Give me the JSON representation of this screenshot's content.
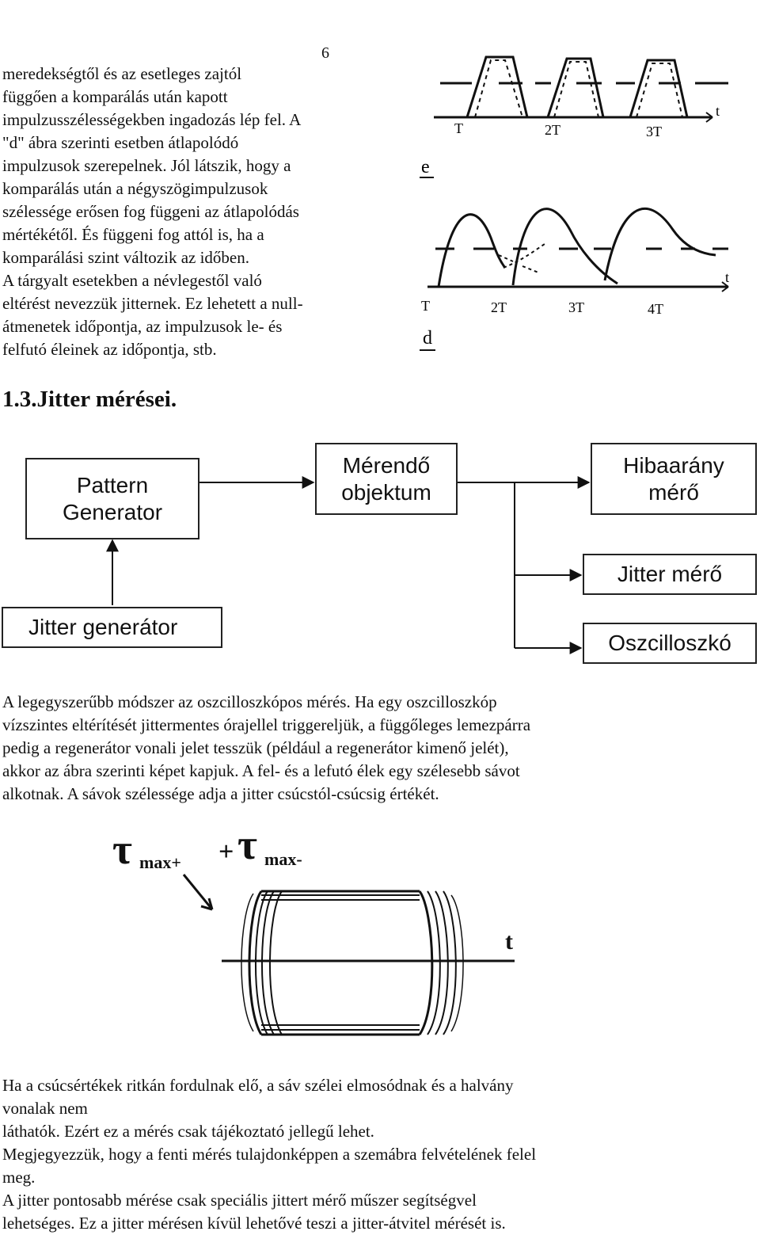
{
  "page_number": "6",
  "intro_paragraph": [
    "meredekségtől és az esetleges zajtól",
    "függően a komparálás után kapott",
    "impulzusszélességekben ingadozás lép fel. A",
    "\"d\" ábra szerinti esetben átlapolódó",
    "impulzusok szerepelnek. Jól látszik, hogy a",
    "komparálás után a négyszögimpulzusok",
    "szélessége erősen fog függeni az átlapolódás",
    "mértékétől. És függeni fog attól is, ha a",
    "komparálási szint változik az időben.",
    "A tárgyalt esetekben a névlegestől való",
    "eltérést nevezzük jitternek. Ez lehetett a null-",
    "átmenetek időpontja, az impulzusok le- és",
    "felfutó éleinek az időpontja, stb."
  ],
  "waveform_figure": {
    "label_e": "e",
    "label_d": "d",
    "top_ticks": [
      "T",
      "2T",
      "3T"
    ],
    "top_axis": "t",
    "bottom_ticks": [
      "T",
      "2T",
      "3T",
      "4T"
    ],
    "bottom_axis": "t"
  },
  "section_heading": "1.3.Jitter mérései.",
  "block_diagram": {
    "pattern_generator": [
      "Pattern",
      "Generator"
    ],
    "merendo_objektum": [
      "Mérendő",
      "objektum"
    ],
    "hibaarany_mero": [
      "Hibaarány",
      "mérő"
    ],
    "jitter_mero": "Jitter mérő",
    "jitter_generator": "Jitter generátor",
    "oszcilloszko": "Oszcilloszkó"
  },
  "method_paragraph": [
    "A legegyszerűbb módszer az oszcilloszkópos mérés. Ha egy oszcilloszkóp",
    "vízszintes eltérítését jittermentes órajellel triggereljük, a függőleges lemezpárra",
    "pedig a regenerátor vonali jelet tesszük (például a regenerátor kimenő jelét),",
    "akkor az ábra szerinti képet kapjuk. A fel- és a lefutó élek egy szélesebb sávot",
    "alkotnak. A sávok szélessége adja a jitter csúcstól-csúcsig értékét."
  ],
  "eye_figure": {
    "tau": "τ",
    "sub_plus": "max+",
    "plus": "+",
    "sub_minus": "max-",
    "axis": "t"
  },
  "closing_paragraph": [
    "Ha a csúcsértékek ritkán fordulnak elő, a sáv szélei elmosódnak és a halvány",
    "vonalak nem",
    "láthatók. Ezért ez a mérés csak tájékoztató jellegű lehet.",
    "Megjegyezzük, hogy a fenti mérés tulajdonképpen a szemábra felvételének felel",
    "meg.",
    "A jitter pontosabb mérése csak speciális jittert mérő műszer segítségvel",
    "lehetséges. Ez a jitter mérésen kívül lehetővé teszi a jitter-átvitel mérését is."
  ]
}
